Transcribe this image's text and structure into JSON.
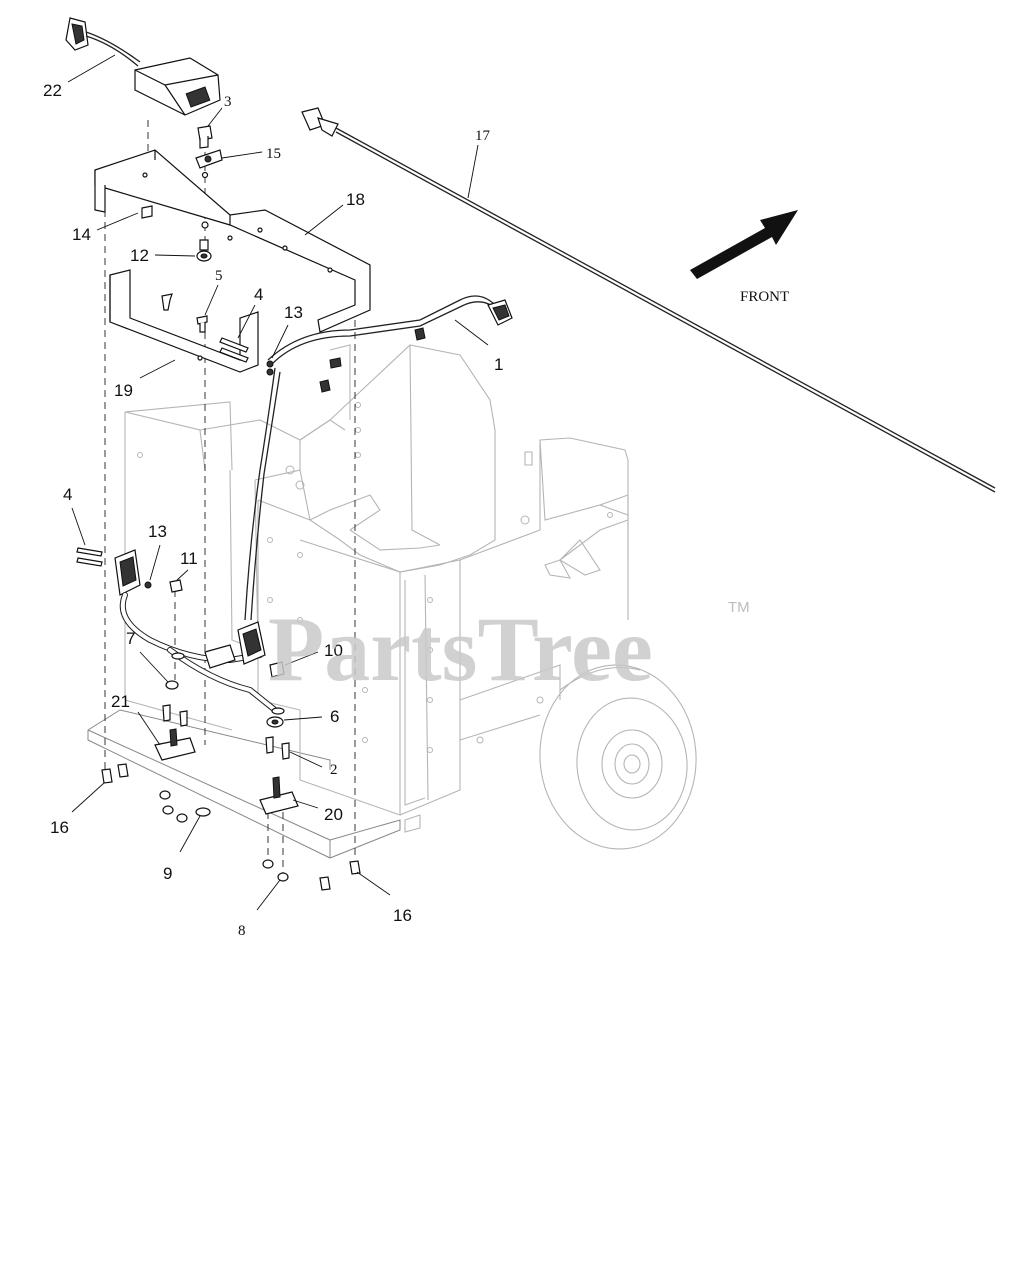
{
  "diagram": {
    "front_label": "FRONT",
    "watermark": "PartsTree",
    "trademark": "TM",
    "callouts": [
      {
        "id": "c22",
        "label": "22"
      },
      {
        "id": "c3",
        "label": "3"
      },
      {
        "id": "c15",
        "label": "15"
      },
      {
        "id": "c17",
        "label": "17"
      },
      {
        "id": "c18",
        "label": "18"
      },
      {
        "id": "c14",
        "label": "14"
      },
      {
        "id": "c12",
        "label": "12"
      },
      {
        "id": "c5",
        "label": "5"
      },
      {
        "id": "c4a",
        "label": "4"
      },
      {
        "id": "c13a",
        "label": "13"
      },
      {
        "id": "c1",
        "label": "1"
      },
      {
        "id": "c19",
        "label": "19"
      },
      {
        "id": "c4b",
        "label": "4"
      },
      {
        "id": "c13b",
        "label": "13"
      },
      {
        "id": "c11",
        "label": "11"
      },
      {
        "id": "c7",
        "label": "7"
      },
      {
        "id": "c10",
        "label": "10"
      },
      {
        "id": "c6",
        "label": "6"
      },
      {
        "id": "c21",
        "label": "21"
      },
      {
        "id": "c2",
        "label": "2"
      },
      {
        "id": "c20",
        "label": "20"
      },
      {
        "id": "c16a",
        "label": "16"
      },
      {
        "id": "c9",
        "label": "9"
      },
      {
        "id": "c16b",
        "label": "16"
      },
      {
        "id": "c8",
        "label": "8"
      }
    ]
  }
}
